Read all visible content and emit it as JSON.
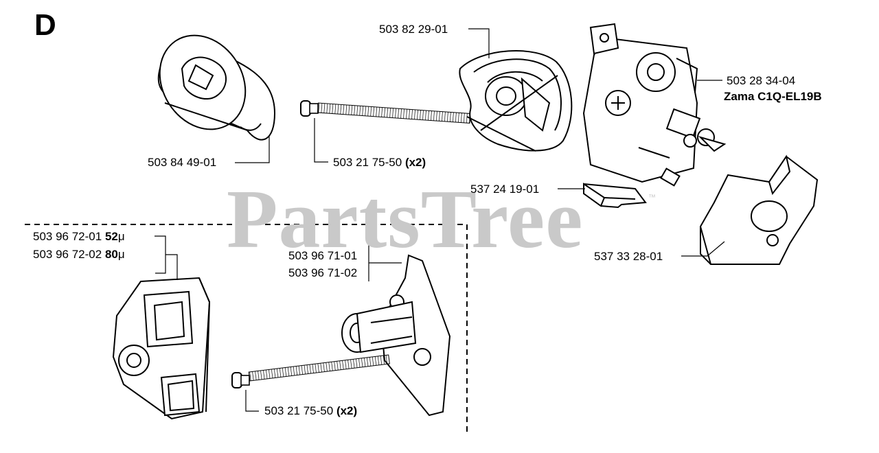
{
  "section_letter": "D",
  "watermark": {
    "brand": "PartsTree",
    "trademark": "™"
  },
  "callouts": {
    "intake_boot": "503 84 49-01",
    "screw_top": "503 21 75-50",
    "screw_top_qty": "(x2)",
    "carb_cover": "503 82 29-01",
    "carburetor": "503 28 34-04",
    "carburetor_model": "Zama C1Q-EL19B",
    "small_block": "537 24 19-01",
    "plate": "537 33 28-01",
    "filter_a": "503 96 72-01",
    "filter_a_size": "52",
    "filter_b": "503 96 72-02",
    "filter_b_size": "80",
    "micron_unit": "μ",
    "holder_a": "503 96 71-01",
    "holder_b": "503 96 71-02",
    "screw_bottom": "503 21 75-50",
    "screw_bottom_qty": "(x2)"
  }
}
